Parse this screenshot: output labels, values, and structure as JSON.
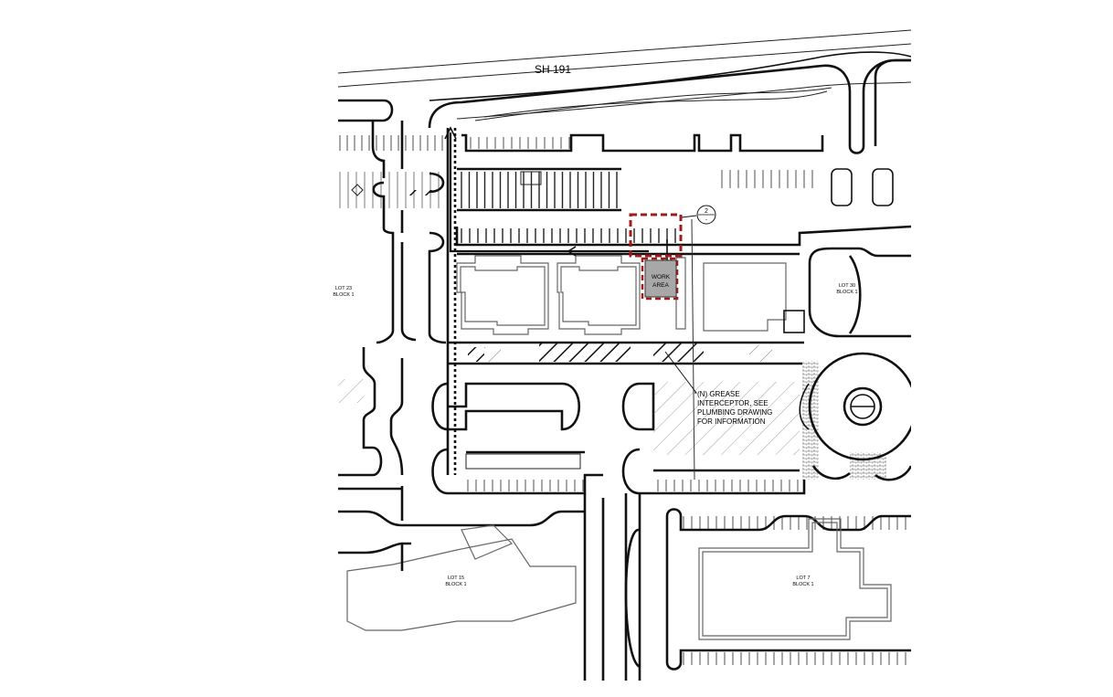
{
  "road_label": "SH 191",
  "work_area": {
    "line1": "WORK",
    "line2": "AREA"
  },
  "detail_callout": {
    "top": "2",
    "bottom": "-"
  },
  "note": {
    "line1": "(N) GREASE",
    "line2": "INTERCEPTOR, SEE",
    "line3": "PLUMBING DRAWING",
    "line4": "FOR INFORMATION"
  },
  "lots": {
    "lot23": {
      "line1": "LOT 23",
      "line2": "BLOCK 1"
    },
    "lot30": {
      "line1": "LOT 30",
      "line2": "BLOCK 1"
    },
    "lot15": {
      "line1": "LOT 15",
      "line2": "BLOCK 1"
    },
    "lot7": {
      "line1": "LOT 7",
      "line2": "BLOCK 1"
    }
  },
  "colors": {
    "linework": "#111111",
    "work_area_fill": "#a8a8a8",
    "highlight_dashed": "#a01c1c",
    "background": "#ffffff"
  }
}
